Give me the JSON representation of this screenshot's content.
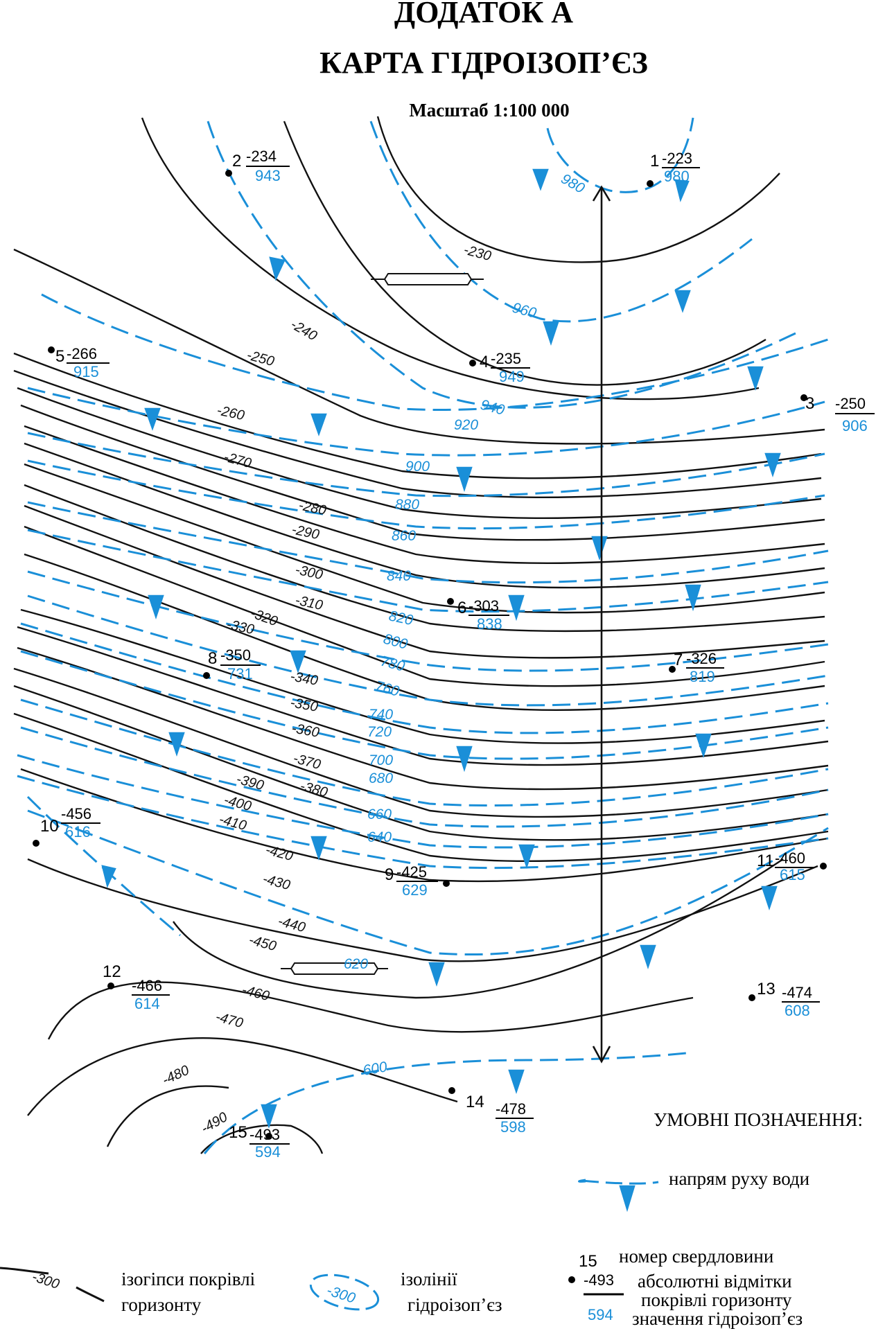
{
  "header": {
    "title_line1": "ДОДАТОК А",
    "title_line2": "КАРТА ГІДРОІЗОП’ЄЗ",
    "scale": "Масштаб 1:100 000"
  },
  "colors": {
    "contour": "#111111",
    "piezometric": "#1a8fd8"
  },
  "wells": [
    {
      "num": "1",
      "top": "-223",
      "piezo": "980"
    },
    {
      "num": "2",
      "top": "-234",
      "piezo": "943"
    },
    {
      "num": "3",
      "top": "-250",
      "piezo": "906"
    },
    {
      "num": "4",
      "top": "-235",
      "piezo": "949"
    },
    {
      "num": "5",
      "top": "-266",
      "piezo": "915"
    },
    {
      "num": "6",
      "top": "-303",
      "piezo": "838"
    },
    {
      "num": "7",
      "top": "-326",
      "piezo": "819"
    },
    {
      "num": "8",
      "top": "-350",
      "piezo": "731"
    },
    {
      "num": "9",
      "top": "-425",
      "piezo": "629"
    },
    {
      "num": "10",
      "top": "-456",
      "piezo": "616"
    },
    {
      "num": "11",
      "top": "-460",
      "piezo": "615"
    },
    {
      "num": "12",
      "top": "-466",
      "piezo": "614"
    },
    {
      "num": "13",
      "top": "-474",
      "piezo": "608"
    },
    {
      "num": "14",
      "top": "-478",
      "piezo": "598"
    },
    {
      "num": "15",
      "top": "-493",
      "piezo": "594"
    }
  ],
  "contour_labels": [
    "-230",
    "-240",
    "-250",
    "-260",
    "-270",
    "-280",
    "-290",
    "-300",
    "-310",
    "-320",
    "-330",
    "-340",
    "-350",
    "-360",
    "-370",
    "-380",
    "-390",
    "-400",
    "-410",
    "-420",
    "-430",
    "-440",
    "-450",
    "-460",
    "-470",
    "-480",
    "-490"
  ],
  "piezometric_labels": [
    "980",
    "960",
    "940",
    "920",
    "900",
    "880",
    "860",
    "840",
    "820",
    "800",
    "780",
    "760",
    "740",
    "720",
    "700",
    "680",
    "660",
    "640",
    "620",
    "600"
  ],
  "legend": {
    "title": "УМОВНІ ПОЗНАЧЕННЯ:",
    "flow_direction": "напрям руху води",
    "contour_sample": "-300",
    "contour_text_1": "ізогіпси покрівлі",
    "contour_text_2": "горизонту",
    "piezo_sample": "-300",
    "piezo_text_1": "ізолінії",
    "piezo_text_2": "гідроізоп’єз",
    "well_sample_num": "15",
    "well_sample_top": "-493",
    "well_sample_piezo": "594",
    "well_num_text": "номер свердловини",
    "well_top_text_1": "абсолютні відмітки",
    "well_top_text_2": "покрівлі горизонту",
    "well_piezo_text": "значення гідроізоп’єз"
  }
}
